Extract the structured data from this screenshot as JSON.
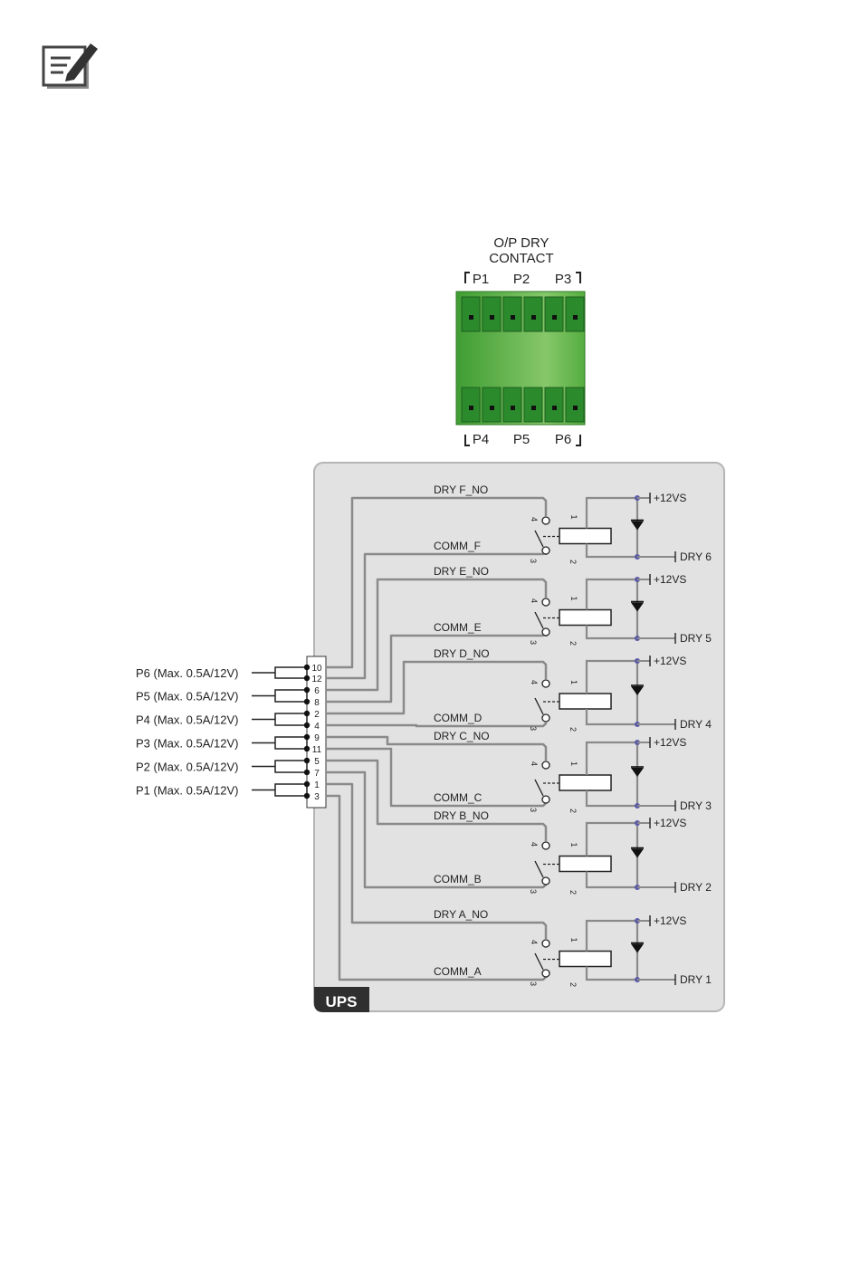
{
  "note_icon": "note-pencil-icon",
  "connector": {
    "title_line1": "O/P DRY",
    "title_line2": "CONTACT",
    "top_labels": [
      "P1",
      "P2",
      "P3"
    ],
    "bottom_labels": [
      "P4",
      "P5",
      "P6"
    ],
    "color": "#3c9b2c"
  },
  "ups_label": "UPS",
  "ports": [
    {
      "label": "P6 (Max. 0.5A/12V)",
      "pins": [
        "10",
        "12"
      ]
    },
    {
      "label": "P5 (Max. 0.5A/12V)",
      "pins": [
        "6",
        "8"
      ]
    },
    {
      "label": "P4 (Max. 0.5A/12V)",
      "pins": [
        "2",
        "4"
      ]
    },
    {
      "label": "P3 (Max. 0.5A/12V)",
      "pins": [
        "9",
        "11"
      ]
    },
    {
      "label": "P2 (Max. 0.5A/12V)",
      "pins": [
        "5",
        "7"
      ]
    },
    {
      "label": "P1 (Max. 0.5A/12V)",
      "pins": [
        "1",
        "3"
      ]
    }
  ],
  "relays": [
    {
      "no": "DRY F_NO",
      "comm": "COMM_F",
      "supply": "+12VS",
      "dry": "DRY 6"
    },
    {
      "no": "DRY E_NO",
      "comm": "COMM_E",
      "supply": "+12VS",
      "dry": "DRY 5"
    },
    {
      "no": "DRY D_NO",
      "comm": "COMM_D",
      "supply": "+12VS",
      "dry": "DRY 4"
    },
    {
      "no": "DRY C_NO",
      "comm": "COMM_C",
      "supply": "+12VS",
      "dry": "DRY 3"
    },
    {
      "no": "DRY B_NO",
      "comm": "COMM_B",
      "supply": "+12VS",
      "dry": "DRY 2"
    },
    {
      "no": "DRY A_NO",
      "comm": "COMM_A",
      "supply": "+12VS",
      "dry": "DRY 1"
    }
  ],
  "pin_numbers": {
    "p1": "1",
    "p2": "2",
    "p3": "3",
    "p4": "4"
  }
}
